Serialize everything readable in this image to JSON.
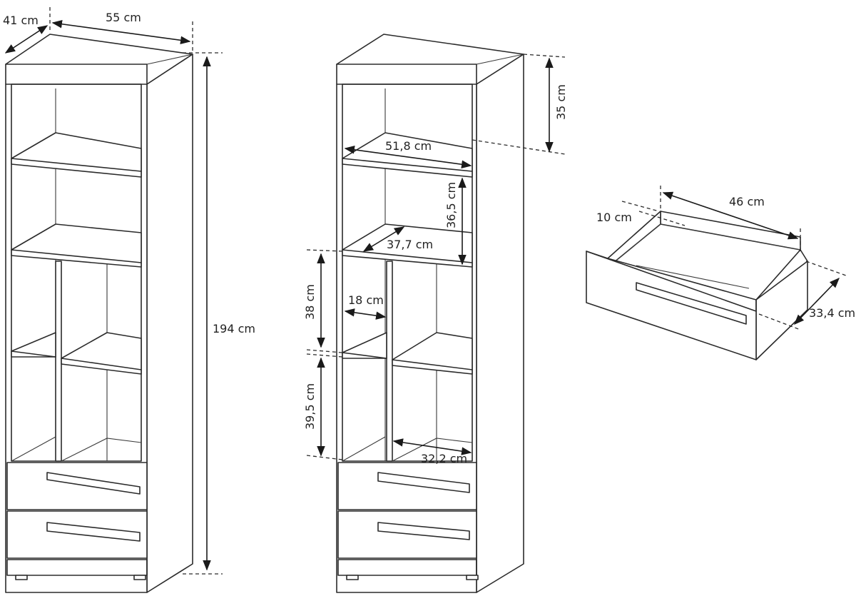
{
  "labels": {
    "depth_total": "41 cm",
    "width_total": "55 cm",
    "height_total": "194 cm",
    "top_section_height": "35 cm",
    "inner_width": "51,8 cm",
    "shelf_height": "36,5 cm",
    "shelf_depth": "37,7 cm",
    "cell_height_upper": "38 cm",
    "cell_width": "18 cm",
    "cell_height_lower": "39,5 cm",
    "wide_cell_width": "32,2 cm",
    "drawer_width": "46 cm",
    "drawer_height": "10 cm",
    "drawer_depth": "33,4 cm"
  },
  "colors": {
    "line": "#2b2b2b",
    "fill": "#ffffff",
    "text": "#222222"
  }
}
